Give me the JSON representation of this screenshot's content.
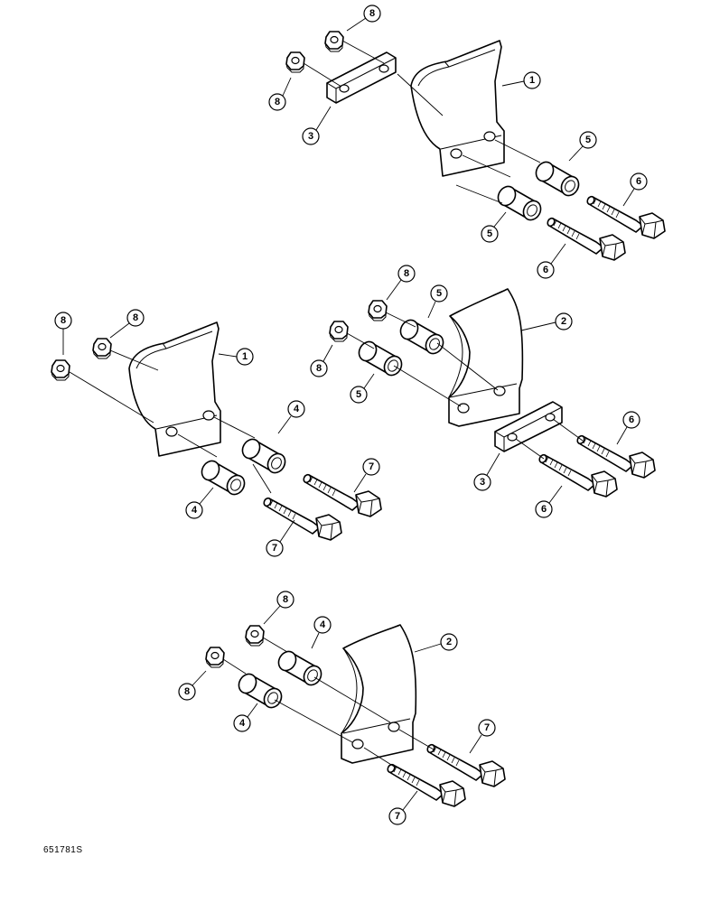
{
  "figure": {
    "reference_code": "651781S"
  },
  "callouts": {
    "c1": "1",
    "c3": "3",
    "c5": "5",
    "c6": "6",
    "c8": "8",
    "c2": "2",
    "c4": "4",
    "c7": "7"
  },
  "colors": {
    "line": "#000000",
    "paper": "#ffffff"
  },
  "icons": {
    "hex_nut": "hex-nut-icon",
    "bolt": "hex-bolt-icon",
    "bushing": "bushing-icon"
  }
}
